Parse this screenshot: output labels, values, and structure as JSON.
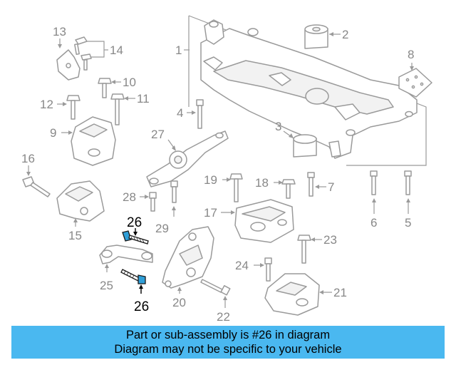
{
  "labels": {
    "p1": "1",
    "p2": "2",
    "p3": "3",
    "p4": "4",
    "p5": "5",
    "p6": "6",
    "p7": "7",
    "p8": "8",
    "p9": "9",
    "p10": "10",
    "p11": "11",
    "p12": "12",
    "p13": "13",
    "p14": "14",
    "p15": "15",
    "p16": "16",
    "p17": "17",
    "p18": "18",
    "p19": "19",
    "p20": "20",
    "p21": "21",
    "p22": "22",
    "p23": "23",
    "p24": "24",
    "p25": "25",
    "p26a": "26",
    "p26b": "26",
    "p27": "27",
    "p28": "28",
    "p29": "29"
  },
  "highlight_part": "26",
  "colors": {
    "highlight_bolt": "#2f9fd8",
    "banner": "#4ab8f0",
    "part_line": "#9a9a9a"
  },
  "banner": {
    "line1": "Part or sub-assembly is #26 in diagram",
    "line2": "Diagram may not be specific to your vehicle"
  }
}
